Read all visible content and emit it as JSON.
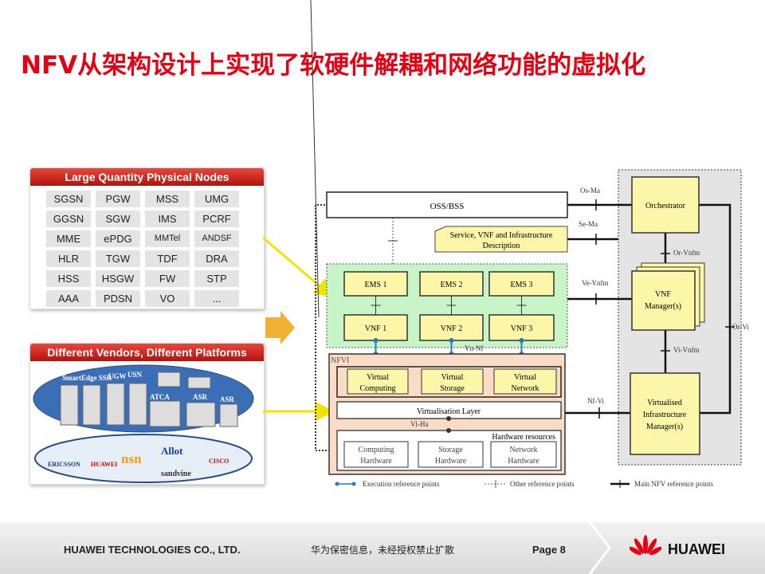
{
  "title": "NFV从架构设计上实现了软硬件解耦和网络功能的虚拟化",
  "left_panels": {
    "nodes_title": "Large Quantity Physical Nodes",
    "nodes": [
      "SGSN",
      "PGW",
      "MSS",
      "UMG",
      "GGSN",
      "SGW",
      "IMS",
      "PCRF",
      "MME",
      "ePDG",
      "MMTel",
      "ANDSF",
      "HLR",
      "TGW",
      "TDF",
      "DRA",
      "HSS",
      "HSGW",
      "FW",
      "STP",
      "AAA",
      "PDSN",
      "VO",
      "..."
    ],
    "vendors_title": "Different Vendors, Different Platforms",
    "platform_labels": [
      "SmartEdge SSR",
      "UGW",
      "USN",
      "ATCA",
      "ASR",
      "ASR"
    ],
    "vendor_logos": [
      "ERICSSON",
      "HUAWEI",
      "nsn",
      "Allot",
      "sandvine",
      "CISCO"
    ]
  },
  "diagram": {
    "oss": "OSS/BSS",
    "desc1": "Service, VNF and Infrastructure",
    "desc2": "Description",
    "ems": [
      "EMS 1",
      "EMS 2",
      "EMS 3"
    ],
    "vnf": [
      "VNF 1",
      "VNF 2",
      "VNF 3"
    ],
    "nfvi": "NFVI",
    "virtual": [
      [
        "Virtual",
        "Computing"
      ],
      [
        "Virtual",
        "Storage"
      ],
      [
        "Virtual",
        "Network"
      ]
    ],
    "virt_layer": "Virtualisation Layer",
    "hw_title": "Hardware resources",
    "hw": [
      [
        "Computing",
        "Hardware"
      ],
      [
        "Storage",
        "Hardware"
      ],
      [
        "Network",
        "Hardware"
      ]
    ],
    "orchestrator": "Orchestrator",
    "vnfm": [
      "VNF",
      "Manager(s)"
    ],
    "vim": [
      "Virtualised",
      "Infrastructure",
      "Manager(s)"
    ],
    "refs": {
      "osma": "Os-Ma",
      "sema": "Se-Ma",
      "vevnfm": "Ve-Vnfm",
      "nfvi": "Nf-Vi",
      "orvnfm": "Or-Vnfm",
      "vivnfm": "Vi-Vnfm",
      "orvi": "Or-Vi",
      "vnnf": "Vn-Nf",
      "viha": "Vl-Ha"
    },
    "legend": [
      "Execution reference points",
      "Other reference points",
      "Main NFV reference points"
    ]
  },
  "footer": {
    "company": "HUAWEI TECHNOLOGIES CO., LTD.",
    "confidential": "华为保密信息，未经授权禁止扩散",
    "page": "Page 8",
    "logo": "HUAWEI"
  }
}
